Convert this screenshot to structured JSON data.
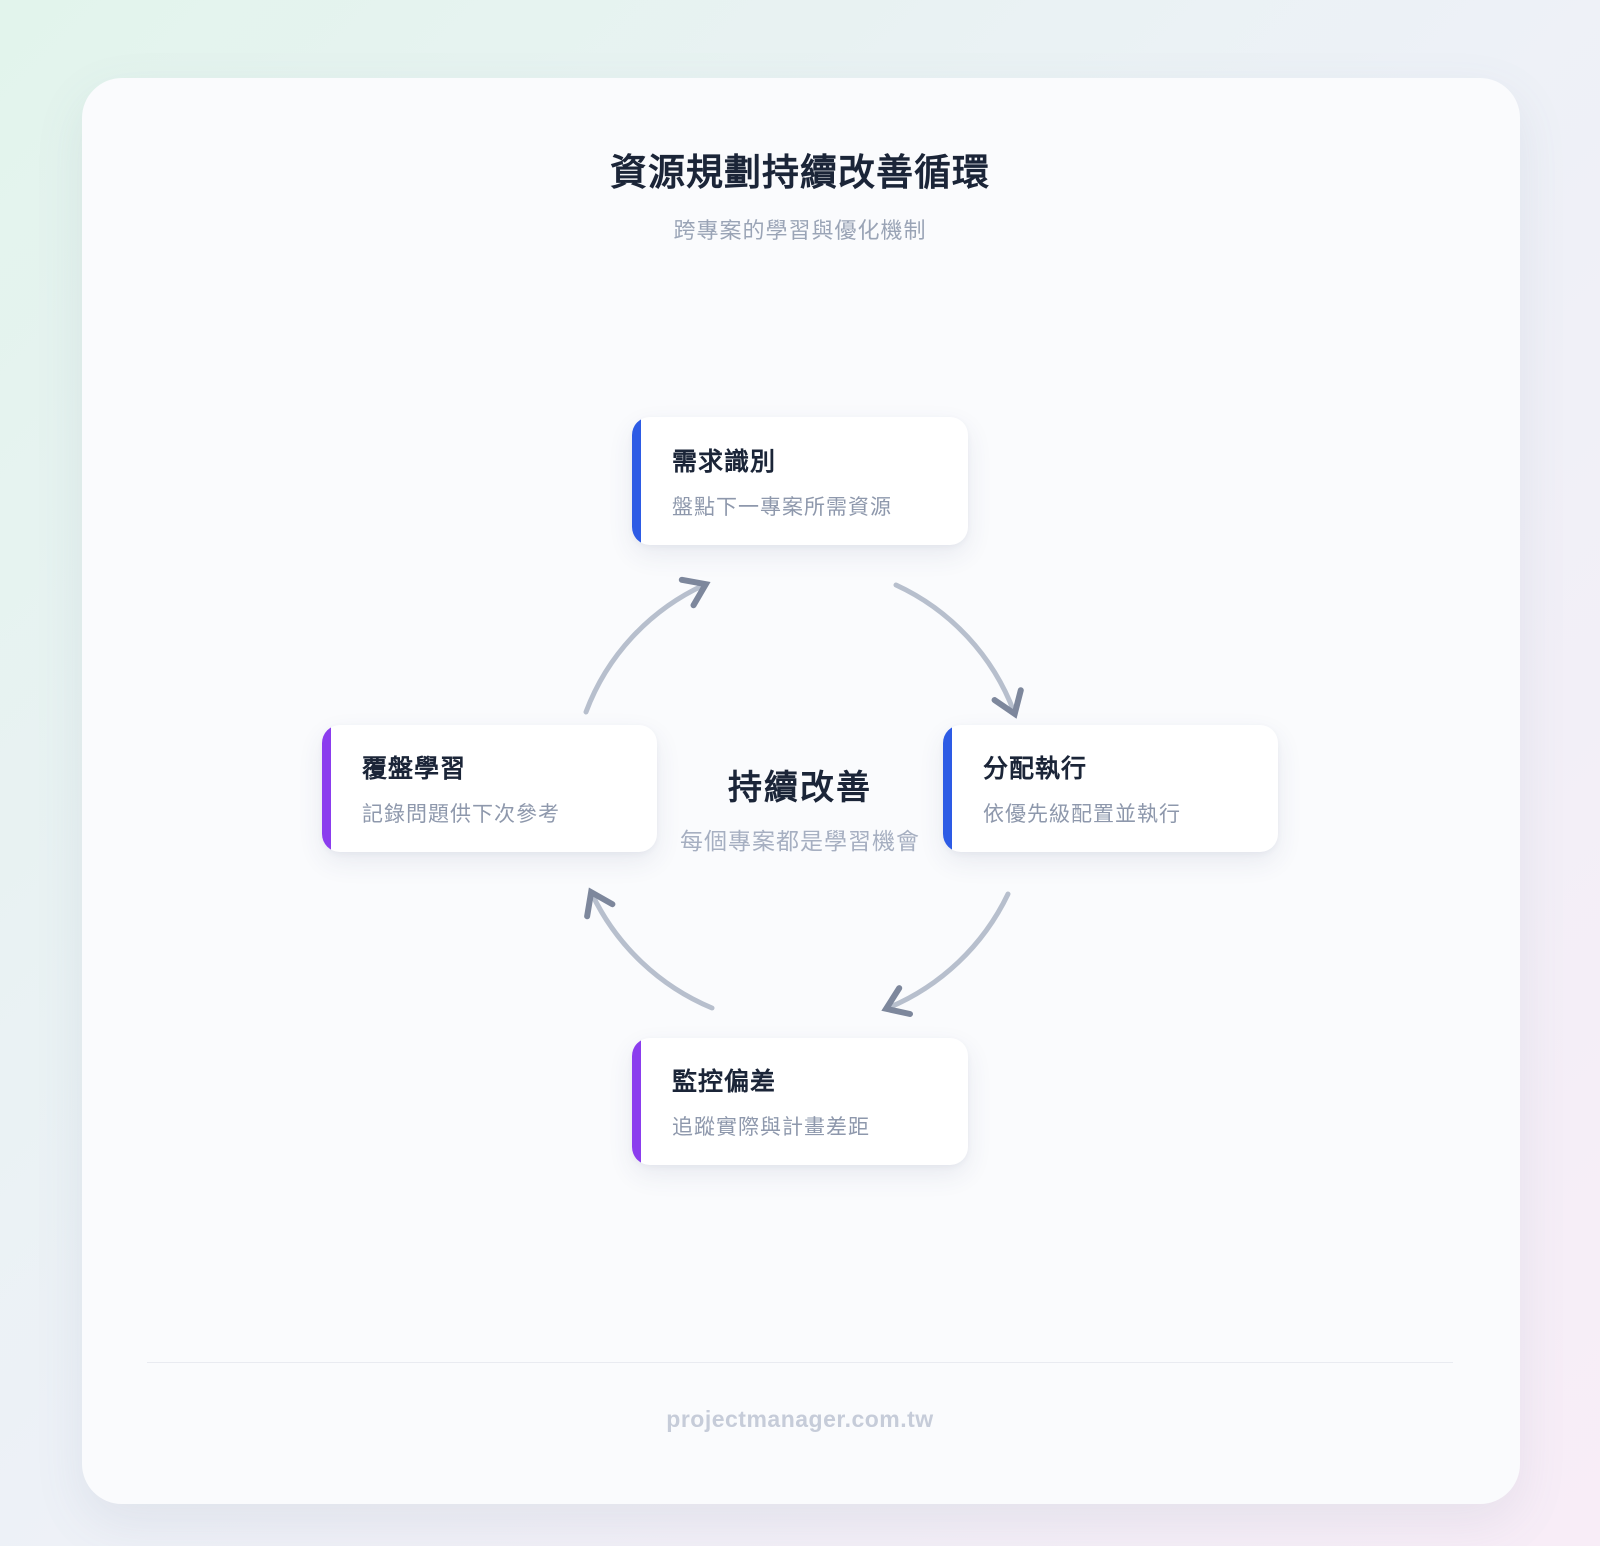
{
  "header": {
    "title": "資源規劃持續改善循環",
    "subtitle": "跨專案的學習與優化機制"
  },
  "center": {
    "title": "持續改善",
    "subtitle": "每個專案都是學習機會"
  },
  "stages": [
    {
      "title": "需求識別",
      "description": "盤點下一專案所需資源",
      "accent_color": "#2d5be5",
      "position": "top"
    },
    {
      "title": "分配執行",
      "description": "依優先級配置並執行",
      "accent_color": "#2d5be5",
      "position": "right"
    },
    {
      "title": "監控偏差",
      "description": "追蹤實際與計畫差距",
      "accent_color": "#8b3dee",
      "position": "bottom"
    },
    {
      "title": "覆盤學習",
      "description": "記錄問題供下次參考",
      "accent_color": "#8b3dee",
      "position": "left"
    }
  ],
  "footer": {
    "watermark": "projectmanager.com.tw"
  },
  "colors": {
    "background_gradient": [
      "#e2f4ec",
      "#edf1f7",
      "#f8edf7"
    ],
    "panel_background": "#fafbfd",
    "heading_text": "#1b2538",
    "muted_text": "#9aa4b6",
    "card_description_text": "#8e98ac",
    "blue_accent": "#2d5be5",
    "purple_accent": "#8b3dee",
    "arrow_curve": "#b7bfcd",
    "arrow_head": "#7d879c",
    "divider": "#e9ebf1",
    "watermark_text": "#c6ccd9"
  }
}
